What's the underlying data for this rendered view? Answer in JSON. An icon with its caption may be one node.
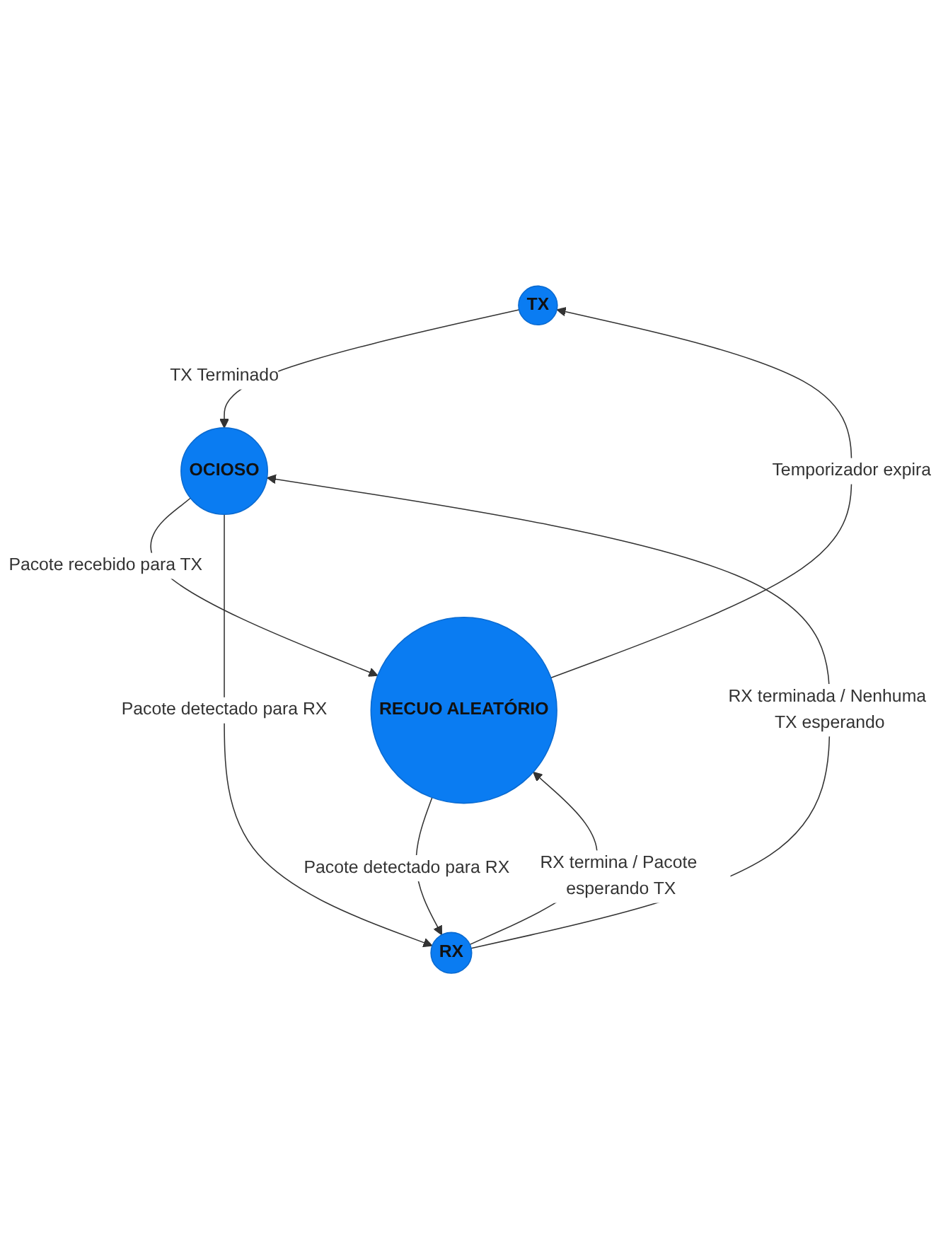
{
  "diagram": {
    "nodes": [
      {
        "text": [
          "TX"
        ]
      },
      {
        "text": [
          "OCIOSO"
        ]
      },
      {
        "text": [
          "RECUO ALEATÓRIO"
        ]
      },
      {
        "text": [
          "RX"
        ]
      }
    ],
    "edges": [
      {
        "from": 0,
        "to": 1,
        "arrow": "to",
        "label": "TX Terminado"
      },
      {
        "from": 2,
        "to": 0,
        "arrow": "to",
        "label": "Temporizador expira"
      },
      {
        "from": 1,
        "to": 2,
        "arrow": "to",
        "label": "Pacote recebido para TX"
      },
      {
        "from": 2,
        "to": 3,
        "arrow": "to",
        "label": "Pacote detectado para RX"
      },
      {
        "from": 3,
        "to": 1,
        "arrow": "to",
        "label": "RX terminada / Nenhuma TX esperando"
      },
      {
        "from": 1,
        "to": 3,
        "arrow": "to",
        "label": "Pacote detectado para RX"
      },
      {
        "from": 3,
        "to": 2,
        "arrow": "to",
        "label": "RX termina / Pacote esperando TX"
      }
    ]
  }
}
